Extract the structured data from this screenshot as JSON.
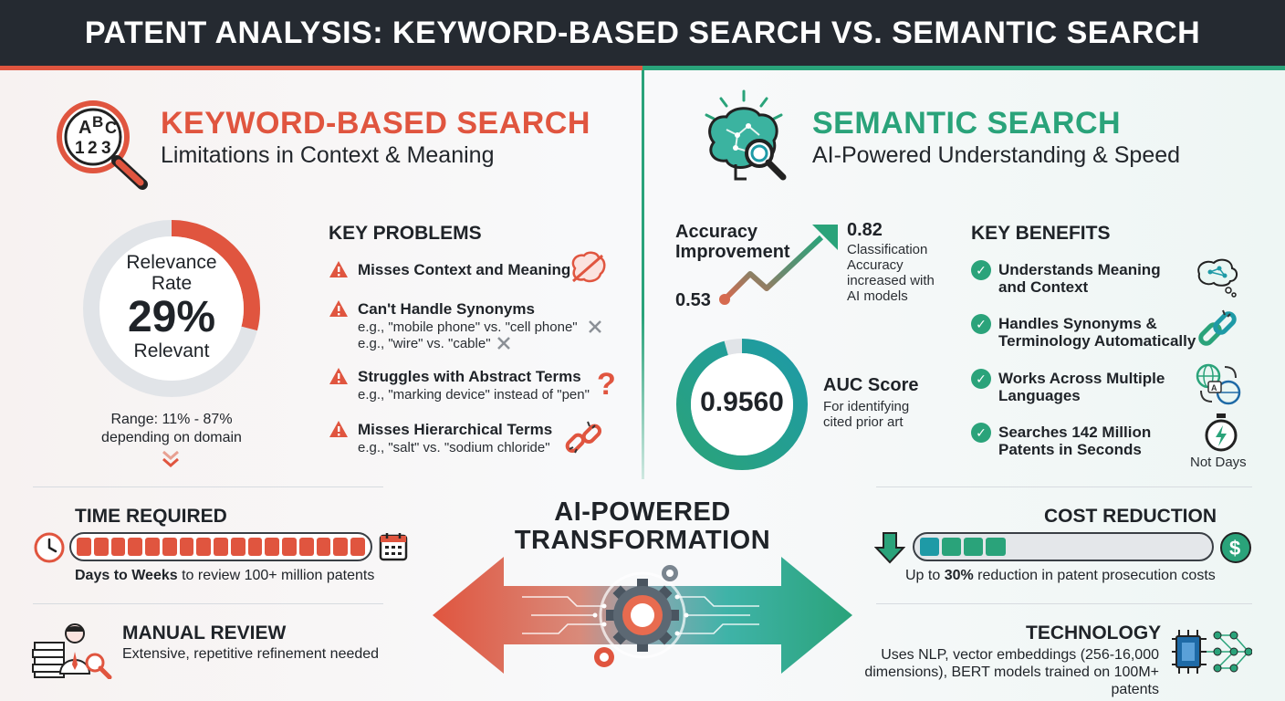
{
  "header": {
    "title": "PATENT ANALYSIS: KEYWORD-BASED SEARCH VS. SEMANTIC SEARCH"
  },
  "colors": {
    "red": "#e0553f",
    "green": "#2aa37a",
    "teal": "#1e9aa6",
    "dark": "#252a31"
  },
  "keyword": {
    "icon": "magnifier-abc-icon",
    "title": "KEYWORD-BASED SEARCH",
    "subtitle": "Limitations in Context & Meaning",
    "relevance": {
      "label_line1": "Relevance",
      "label_line2": "Rate",
      "value": "29%",
      "value_fraction": 0.29,
      "caption": "Relevant",
      "range_line1": "Range: 11% - 87%",
      "range_line2": "depending on domain"
    },
    "problems_heading": "KEY PROBLEMS",
    "problems": [
      {
        "title": "Misses Context and Meaning",
        "examples": [],
        "icon": "broken-brain-icon"
      },
      {
        "title": "Can't Handle Synonyms",
        "examples": [
          "e.g., \"mobile phone\" vs. \"cell phone\"",
          "e.g., \"wire\" vs. \"cable\""
        ],
        "icon": "x-mark-icon"
      },
      {
        "title": "Struggles with Abstract Terms",
        "examples": [
          "e.g., \"marking device\" instead of \"pen\""
        ],
        "icon": "question-mark-icon"
      },
      {
        "title": "Misses Hierarchical Terms",
        "examples": [
          "e.g., \"salt\" vs. \"sodium chloride\""
        ],
        "icon": "broken-link-icon"
      }
    ]
  },
  "semantic": {
    "icon": "ai-brain-magnifier-icon",
    "title": "SEMANTIC SEARCH",
    "subtitle": "AI-Powered Understanding & Speed",
    "accuracy": {
      "label_line1": "Accuracy",
      "label_line2": "Improvement",
      "from": "0.53",
      "to": "0.82",
      "note_lines": [
        "Classification",
        "Accuracy",
        "increased with",
        "AI models"
      ]
    },
    "auc": {
      "value": "0.9560",
      "value_fraction": 0.956,
      "title": "AUC Score",
      "note_line1": "For identifying",
      "note_line2": "cited prior art"
    },
    "benefits_heading": "KEY BENEFITS",
    "benefits": [
      {
        "line1": "Understands Meaning",
        "line2": "and Context",
        "icon": "thought-network-icon"
      },
      {
        "line1": "Handles Synonyms &",
        "line2": "Terminology Automatically",
        "icon": "link-icon"
      },
      {
        "line1": "Works Across Multiple",
        "line2": "Languages",
        "icon": "translate-globe-icon"
      },
      {
        "line1": "Searches 142 Million",
        "line2": "Patents in Seconds",
        "icon": "stopwatch-icon",
        "extra": "Not Days"
      }
    ]
  },
  "center": {
    "title_line1": "AI-POWERED",
    "title_line2": "TRANSFORMATION",
    "icon": "gear-circuit-arrows-icon"
  },
  "time": {
    "heading": "TIME REQUIRED",
    "segments": 17,
    "fill_fraction": 1.0,
    "caption_bold": "Days to Weeks",
    "caption_rest": " to review 100+ million patents"
  },
  "manual": {
    "heading": "MANUAL REVIEW",
    "caption": "Extensive, repetitive refinement needed"
  },
  "cost": {
    "heading": "COST REDUCTION",
    "segments_filled": 4,
    "fill_fraction": 0.3,
    "caption_pre": "Up to ",
    "caption_bold": "30%",
    "caption_rest": " reduction in patent prosecution costs"
  },
  "technology": {
    "heading": "TECHNOLOGY",
    "caption_line1": "Uses NLP, vector embeddings (256-16,000",
    "caption_line2": "dimensions), BERT models trained on 100M+ patents"
  }
}
